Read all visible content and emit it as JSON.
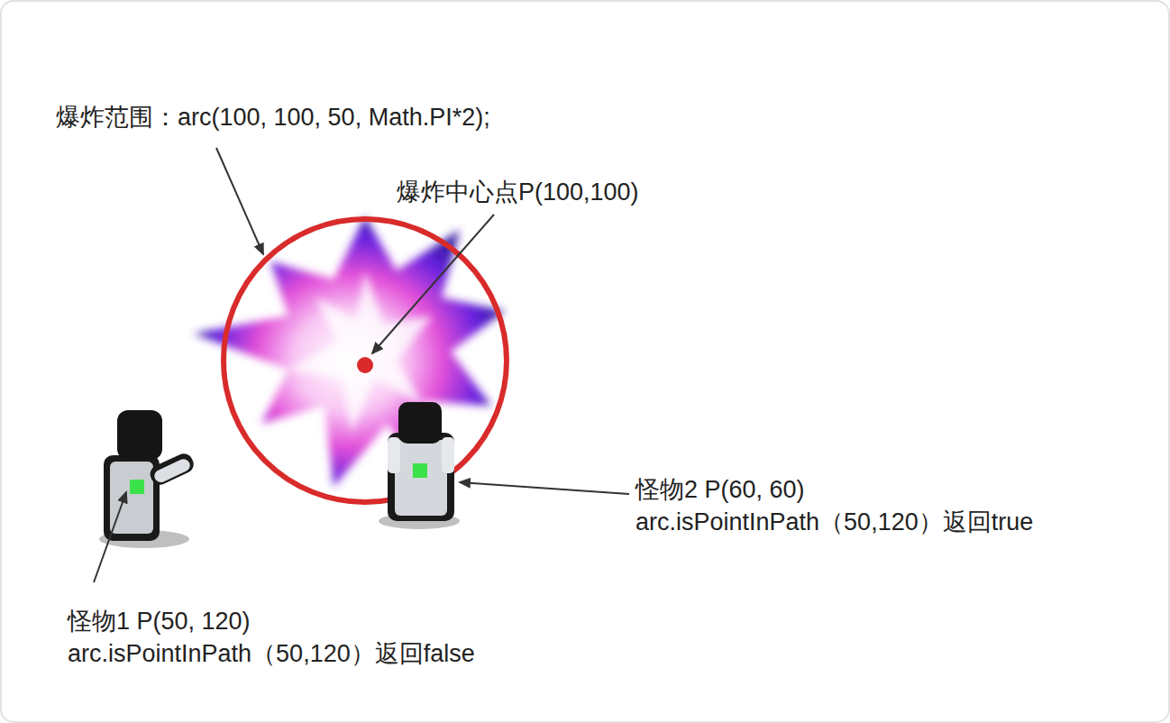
{
  "diagram": {
    "labels": [
      "爆炸范围：arc(100, 100, 50, Math.PI*2);",
      "爆炸中心点P(100,100)",
      "怪物2 P(60, 60)",
      "arc.isPointInPath（50,120）返回true",
      "怪物1 P(50, 120)",
      "arc.isPointInPath（50,120）返回false"
    ]
  }
}
